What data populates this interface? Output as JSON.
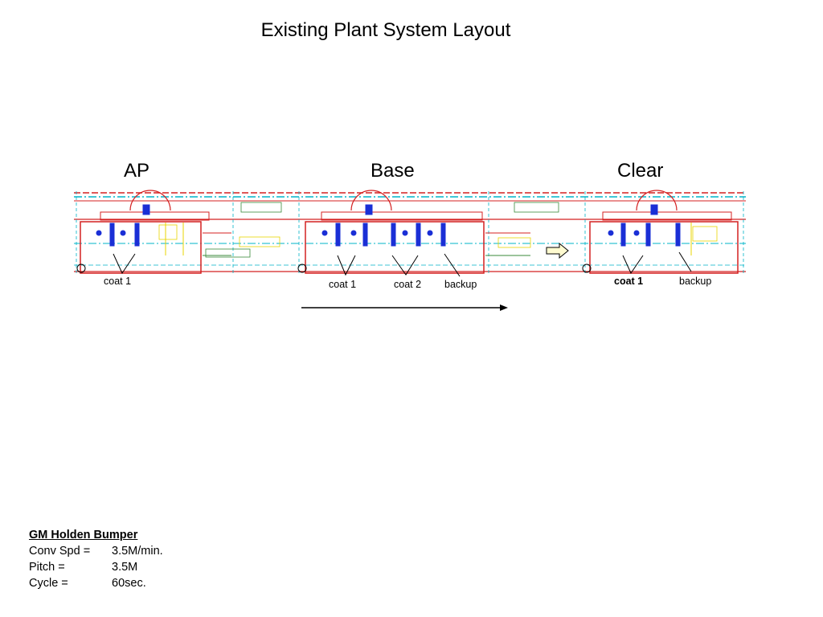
{
  "title": "Existing Plant System Layout",
  "sections": {
    "ap": "AP",
    "base": "Base",
    "clear": "Clear"
  },
  "callouts": {
    "ap_coat1": "coat 1",
    "base_coat1": "coat 1",
    "base_coat2": "coat 2",
    "base_backup": "backup",
    "clear_coat1": "coat 1",
    "clear_backup": "backup"
  },
  "info": {
    "heading": "GM Holden Bumper",
    "rows": [
      {
        "key": "Conv Spd =",
        "value": "3.5M/min."
      },
      {
        "key": "Pitch =",
        "value": "3.5M"
      },
      {
        "key": "Cycle =",
        "value": "60sec."
      }
    ]
  },
  "colors": {
    "booth_wall": "#d42020",
    "conveyor": "#00b4c8",
    "robot": "#1a2fd6",
    "annotation": "#e8d400",
    "structure": "#3a8a3a"
  },
  "icons": [
    "flow-direction-arrow-icon",
    "hollow-arrow-icon",
    "robot-icon"
  ]
}
